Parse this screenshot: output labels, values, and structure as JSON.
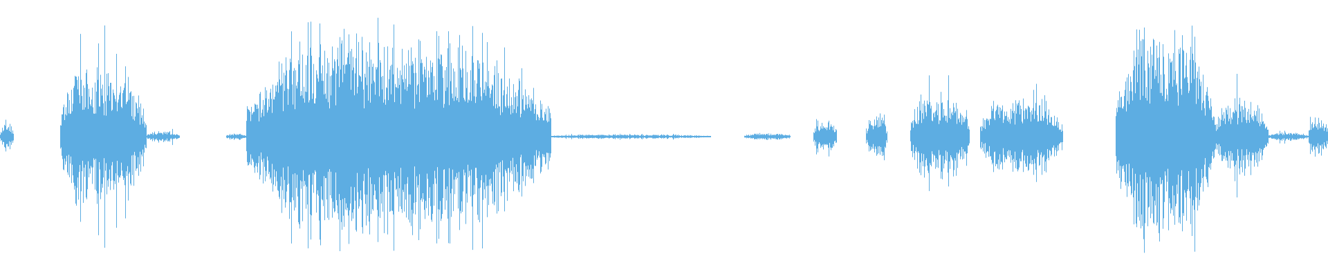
{
  "waveform": {
    "color": "#5dade2",
    "background": "#ffffff",
    "channels": 1,
    "segments": [
      {
        "from": 0.0,
        "to": 0.01,
        "amp": 0.12
      },
      {
        "from": 0.045,
        "to": 0.11,
        "amp": 0.62
      },
      {
        "from": 0.11,
        "to": 0.135,
        "amp": 0.05
      },
      {
        "from": 0.17,
        "to": 0.185,
        "amp": 0.03
      },
      {
        "from": 0.185,
        "to": 0.415,
        "amp": 0.85
      },
      {
        "from": 0.415,
        "to": 0.535,
        "amp": 0.02
      },
      {
        "from": 0.56,
        "to": 0.595,
        "amp": 0.03
      },
      {
        "from": 0.612,
        "to": 0.63,
        "amp": 0.15
      },
      {
        "from": 0.652,
        "to": 0.668,
        "amp": 0.2
      },
      {
        "from": 0.685,
        "to": 0.73,
        "amp": 0.38
      },
      {
        "from": 0.738,
        "to": 0.8,
        "amp": 0.33
      },
      {
        "from": 0.84,
        "to": 0.915,
        "amp": 0.95
      },
      {
        "from": 0.915,
        "to": 0.955,
        "amp": 0.35
      },
      {
        "from": 0.955,
        "to": 0.985,
        "amp": 0.04
      },
      {
        "from": 0.985,
        "to": 1.0,
        "amp": 0.18
      }
    ]
  }
}
